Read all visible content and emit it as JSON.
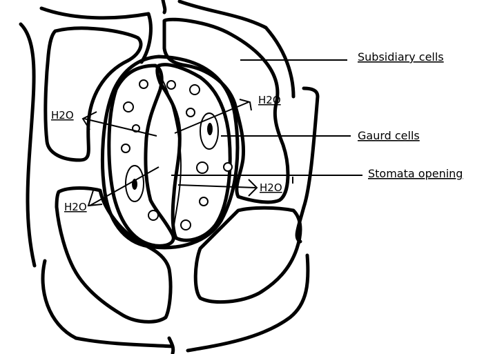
{
  "labels": {
    "subsidiary": "Subsidiary cells",
    "guard": "Gaurd cells",
    "stomata": "Stomata opening"
  },
  "water": {
    "left_top": "H2O",
    "right_top": "H2O",
    "left_bottom": "H2O",
    "right_bottom": "H2O"
  }
}
